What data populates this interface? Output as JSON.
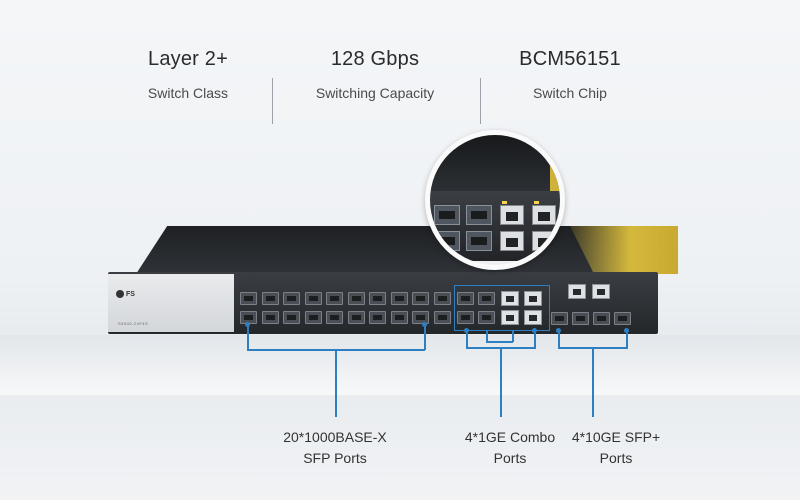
{
  "specs": [
    {
      "value": "Layer 2+",
      "label": "Switch Class"
    },
    {
      "value": "128 Gbps",
      "label": "Switching Capacity"
    },
    {
      "value": "BCM56151",
      "label": "Switch Chip"
    }
  ],
  "device": {
    "brand": "FS",
    "model": "S3900-24F4S"
  },
  "callouts": [
    {
      "line1": "20*1000BASE-X",
      "line2": "SFP Ports"
    },
    {
      "line1": "4*1GE Combo",
      "line2": "Ports"
    },
    {
      "line1": "4*10GE SFP+",
      "line2": "Ports"
    }
  ],
  "colors": {
    "accent": "#2d7fc1",
    "stripe": "#d4b83c",
    "chassis": "#2a2d31"
  }
}
